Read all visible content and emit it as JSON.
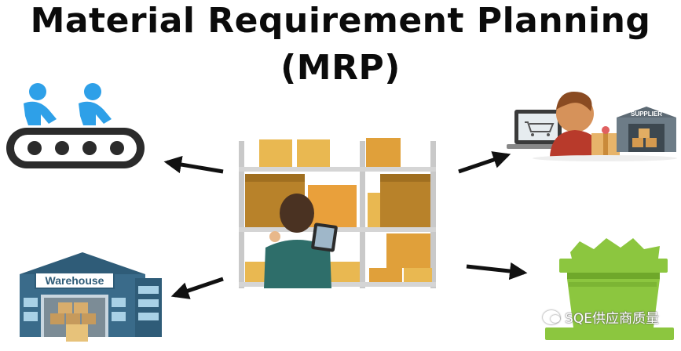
{
  "title": {
    "line1": "Material Requirement Planning",
    "line2": "(MRP)"
  },
  "labels": {
    "warehouse": "Warehouse",
    "supplier": "SUPPLIER"
  },
  "watermark": "SQE供应商质量",
  "colors": {
    "arrow": "#111111",
    "worker_blue": "#2ea0e8",
    "conveyor": "#2b2b2b",
    "box_orange": "#e9a03b",
    "box_brown": "#b8822a",
    "shelf_gray": "#c9c9c9",
    "bin_green": "#8cc63f",
    "warehouse_blue": "#3a6b8a",
    "shirt_red": "#c0392b"
  },
  "icons": [
    "production-workers-icon",
    "warehouse-icon",
    "inventory-shelf-icon",
    "customer-purchase-icon",
    "waste-bin-icon"
  ]
}
